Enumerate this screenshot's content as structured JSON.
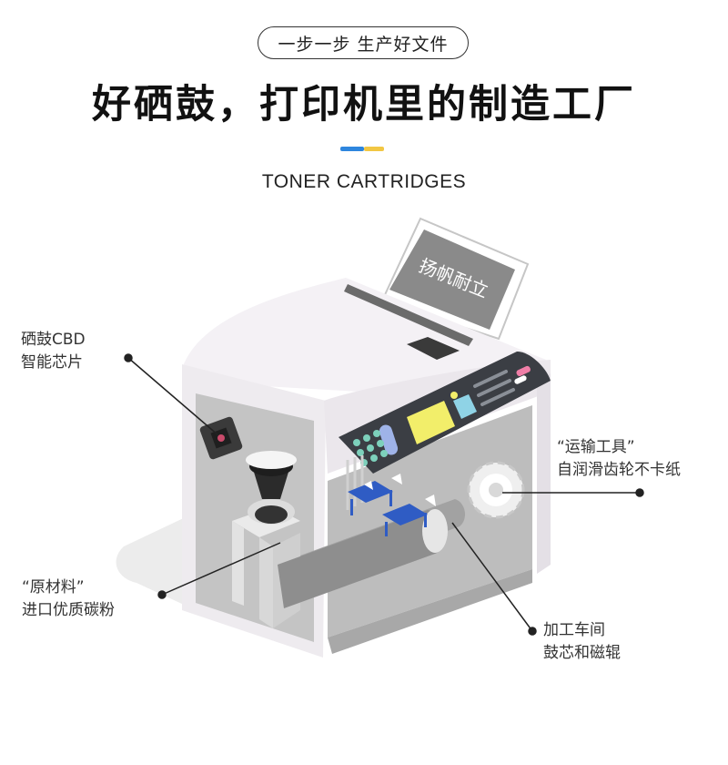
{
  "header": {
    "tagline": "一步一步 生产好文件",
    "headline": "好硒鼓，打印机里的制造工厂",
    "accent_colors": [
      "#2e86de",
      "#f2c744"
    ],
    "subtitle": "TONER CARTRIDGES"
  },
  "illustration": {
    "paper_brand": "扬帆耐立",
    "palette": {
      "body": "#f1eef2",
      "interior": "#c2c2c2",
      "panel": "#3b3e44",
      "screen_yellow": "#f2ee6a",
      "button_blue": "#9fb3e8",
      "button_cyan": "#8fd3e6",
      "button_green": "#7dd0bb",
      "button_pink": "#f07ea7",
      "desk_blue": "#2f5cc4"
    }
  },
  "callouts": {
    "chip": {
      "line1": "硒鼓CBD",
      "line2": "智能芯片"
    },
    "gear": {
      "line1": "“运输工具”",
      "line2": "自润滑齿轮不卡纸"
    },
    "toner": {
      "line1": "“原材料”",
      "line2": "进口优质碳粉"
    },
    "drum": {
      "line1": "加工车间",
      "line2": "鼓芯和磁辊"
    }
  }
}
